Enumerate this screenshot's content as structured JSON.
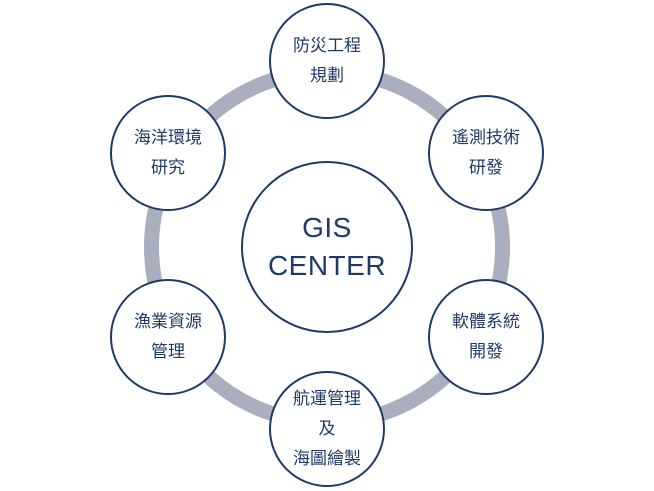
{
  "colors": {
    "node_border": "#1f3a67",
    "node_text": "#1f3a67",
    "ring": "#a9afbf",
    "background": "#ffffff"
  },
  "center": {
    "lines": [
      "GIS",
      "CENTER"
    ]
  },
  "nodes": [
    {
      "id": "disaster-prevention",
      "lines": [
        "防災工程",
        "規劃"
      ]
    },
    {
      "id": "remote-sensing",
      "lines": [
        "遙測技術",
        "研發"
      ]
    },
    {
      "id": "software-development",
      "lines": [
        "軟體系統",
        "開發"
      ]
    },
    {
      "id": "shipping-charting",
      "lines": [
        "航運管理",
        "及",
        "海圖繪製"
      ]
    },
    {
      "id": "fishery-resources",
      "lines": [
        "漁業資源",
        "管理"
      ]
    },
    {
      "id": "marine-environment",
      "lines": [
        "海洋環境",
        "研究"
      ]
    }
  ]
}
